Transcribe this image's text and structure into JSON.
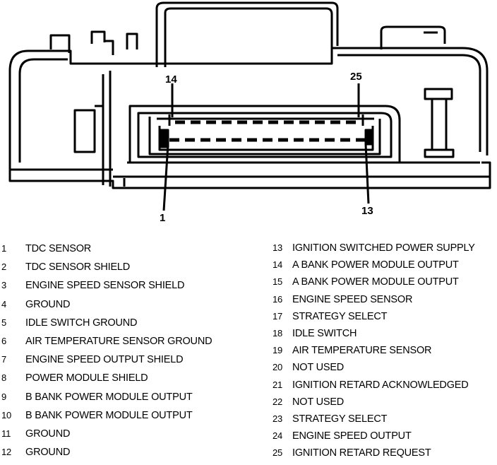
{
  "pin_labels": {
    "p14": "14",
    "p25": "25",
    "p1": "1",
    "p13": "13"
  },
  "legend_left": [
    {
      "num": "1",
      "text": "TDC SENSOR"
    },
    {
      "num": "2",
      "text": "TDC SENSOR SHIELD"
    },
    {
      "num": "3",
      "text": "ENGINE SPEED SENSOR SHIELD"
    },
    {
      "num": "4",
      "text": "GROUND"
    },
    {
      "num": "5",
      "text": "IDLE SWITCH GROUND"
    },
    {
      "num": "6",
      "text": "AIR TEMPERATURE SENSOR GROUND"
    },
    {
      "num": "7",
      "text": "ENGINE SPEED OUTPUT SHIELD"
    },
    {
      "num": "8",
      "text": "POWER MODULE SHIELD"
    },
    {
      "num": "9",
      "text": "B BANK POWER MODULE OUTPUT"
    },
    {
      "num": "10",
      "text": "B BANK POWER MODULE OUTPUT"
    },
    {
      "num": "11",
      "text": "GROUND"
    },
    {
      "num": "12",
      "text": "GROUND"
    }
  ],
  "legend_right": [
    {
      "num": "13",
      "text": "IGNITION SWITCHED POWER SUPPLY"
    },
    {
      "num": "14",
      "text": "A BANK POWER MODULE OUTPUT"
    },
    {
      "num": "15",
      "text": "A BANK POWER MODULE OUTPUT"
    },
    {
      "num": "16",
      "text": "ENGINE SPEED SENSOR"
    },
    {
      "num": "17",
      "text": "STRATEGY SELECT"
    },
    {
      "num": "18",
      "text": "IDLE SWITCH"
    },
    {
      "num": "19",
      "text": "AIR TEMPERATURE SENSOR"
    },
    {
      "num": "20",
      "text": "NOT USED"
    },
    {
      "num": "21",
      "text": "IGNITION RETARD ACKNOWLEDGED"
    },
    {
      "num": "22",
      "text": "NOT USED"
    },
    {
      "num": "23",
      "text": "STRATEGY SELECT"
    },
    {
      "num": "24",
      "text": "ENGINE SPEED OUTPUT"
    },
    {
      "num": "25",
      "text": "IGNITION RETARD REQUEST"
    }
  ]
}
